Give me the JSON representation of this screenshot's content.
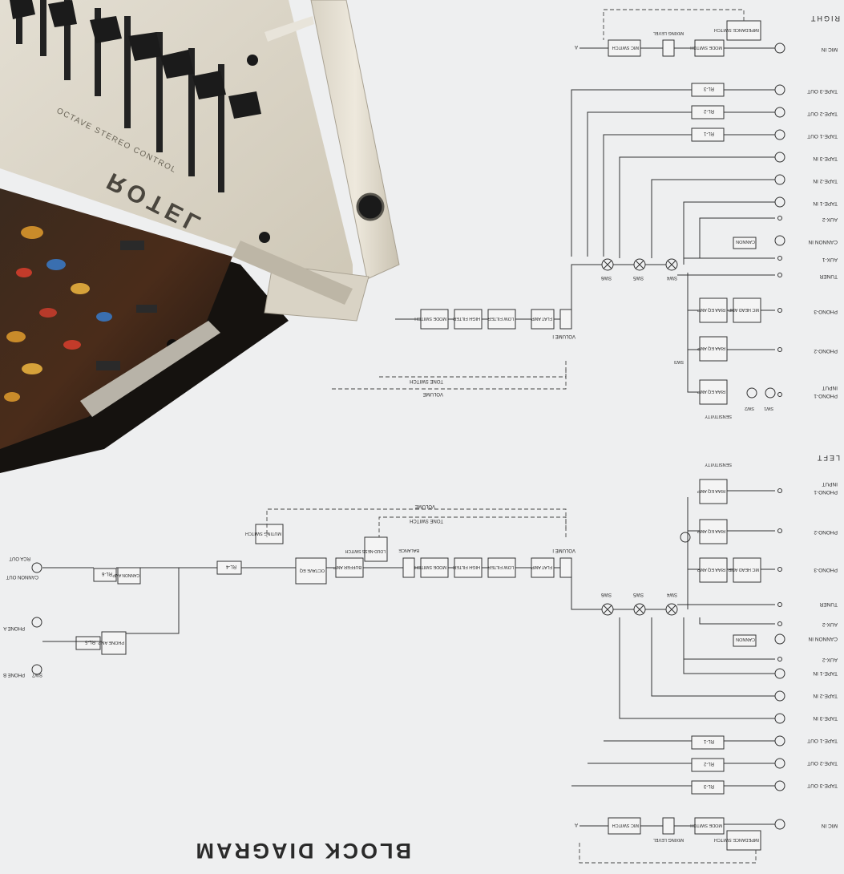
{
  "title": "BLOCK DIAGRAM",
  "brand": "ROTEL",
  "panel_caption": "OCTAVE STEREO CONTROL",
  "channels": {
    "right": "RIGHT",
    "left": "LEFT"
  },
  "labels": {
    "input": "INPUT",
    "phono1": "PHONO-1",
    "phono2": "PHONO-2",
    "phono3": "PHONO-3",
    "tuner": "TUNER",
    "aux1": "AUX-1",
    "aux2": "AUX-2",
    "cannon_in": "CANNON IN",
    "tape1_in": "TAPE-1 IN",
    "tape2_in": "TAPE-2 IN",
    "tape3_in": "TAPE-3 IN",
    "tape1_out": "TAPE-1 OUT",
    "tape2_out": "TAPE-2 OUT",
    "tape3_out": "TAPE-3 OUT",
    "mic_in": "MIC IN",
    "sensitivity": "SENSITIVITY",
    "riaa": "RIAA EQ AMP",
    "mc_head": "MC HEAD AMP",
    "cannon": "CANNON",
    "rl1": "RL-1",
    "rl2": "RL-2",
    "rl3": "RL-3",
    "rl4": "RL-4",
    "rl5": "RL-5",
    "rl6": "RL-6",
    "mode_switch": "MODE SWITCH",
    "impedance_switch": "IMPEDANCE SWITCH",
    "mixing_level": "MIXING LEVEL",
    "mic_switch": "MIC SWITCH",
    "volume1": "VOLUME I",
    "flat_amp": "FLAT AMP",
    "low_filter": "LOW FILTER",
    "high_filter": "HIGH FILTER",
    "mode": "MODE SWITCH",
    "balance": "BALANCE",
    "loudness": "LOUD-NESS SWITCH",
    "buffer_amp": "BUFFER AMP",
    "octave_eq": "OCTAVE EQ",
    "muting": "MUTING SWITCH",
    "cannon_amp": "CANNON AMP",
    "phone_amp": "PHONE AMP",
    "cannon_out": "CANNON OUT",
    "rca_out": "RCA OUT",
    "phone_a": "PHONE A",
    "phone_b": "PHONE B",
    "volume": "VOLUME",
    "tone_switch": "TONE SWITCH",
    "a": "A",
    "sw1": "SW1",
    "sw2": "SW2",
    "sw3": "SW3",
    "sw4": "SW4",
    "sw5": "SW5",
    "sw6": "SW6",
    "sw7": "SW7"
  }
}
